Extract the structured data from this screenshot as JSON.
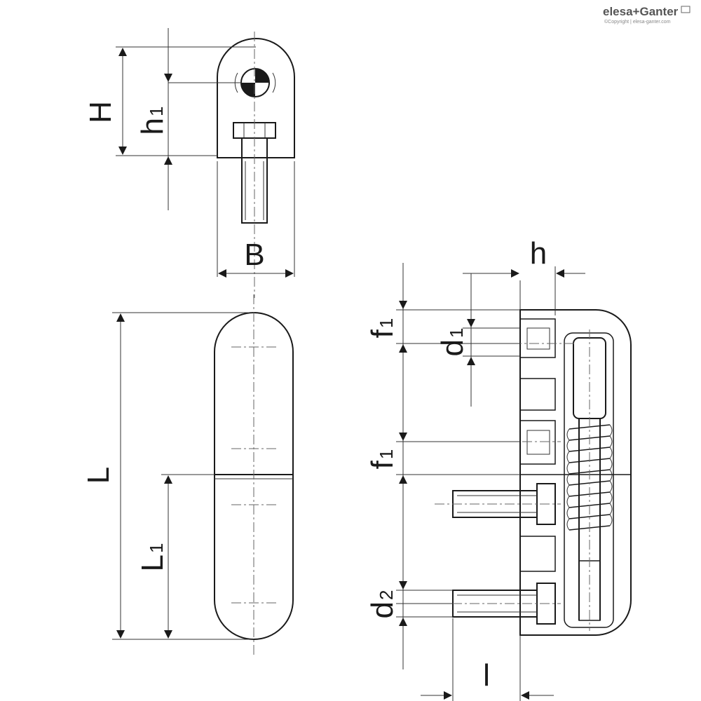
{
  "brand": {
    "name": "elesa+Ganter",
    "copyright": "©Copyright | elesa-ganter.com"
  },
  "dimensions": {
    "H": "H",
    "h1_base": "h",
    "h1_sub": "1",
    "B": "B",
    "L": "L",
    "L1_base": "L",
    "L1_sub": "1",
    "h": "h",
    "f1_top_base": "f",
    "f1_top_sub": "1",
    "d1_base": "d",
    "d1_sub": "1",
    "f1_mid_base": "f",
    "f1_mid_sub": "1",
    "d2_base": "d",
    "d2_sub": "2",
    "l": "l"
  },
  "colors": {
    "line": "#1a1a1a",
    "hatch": "#444444"
  }
}
